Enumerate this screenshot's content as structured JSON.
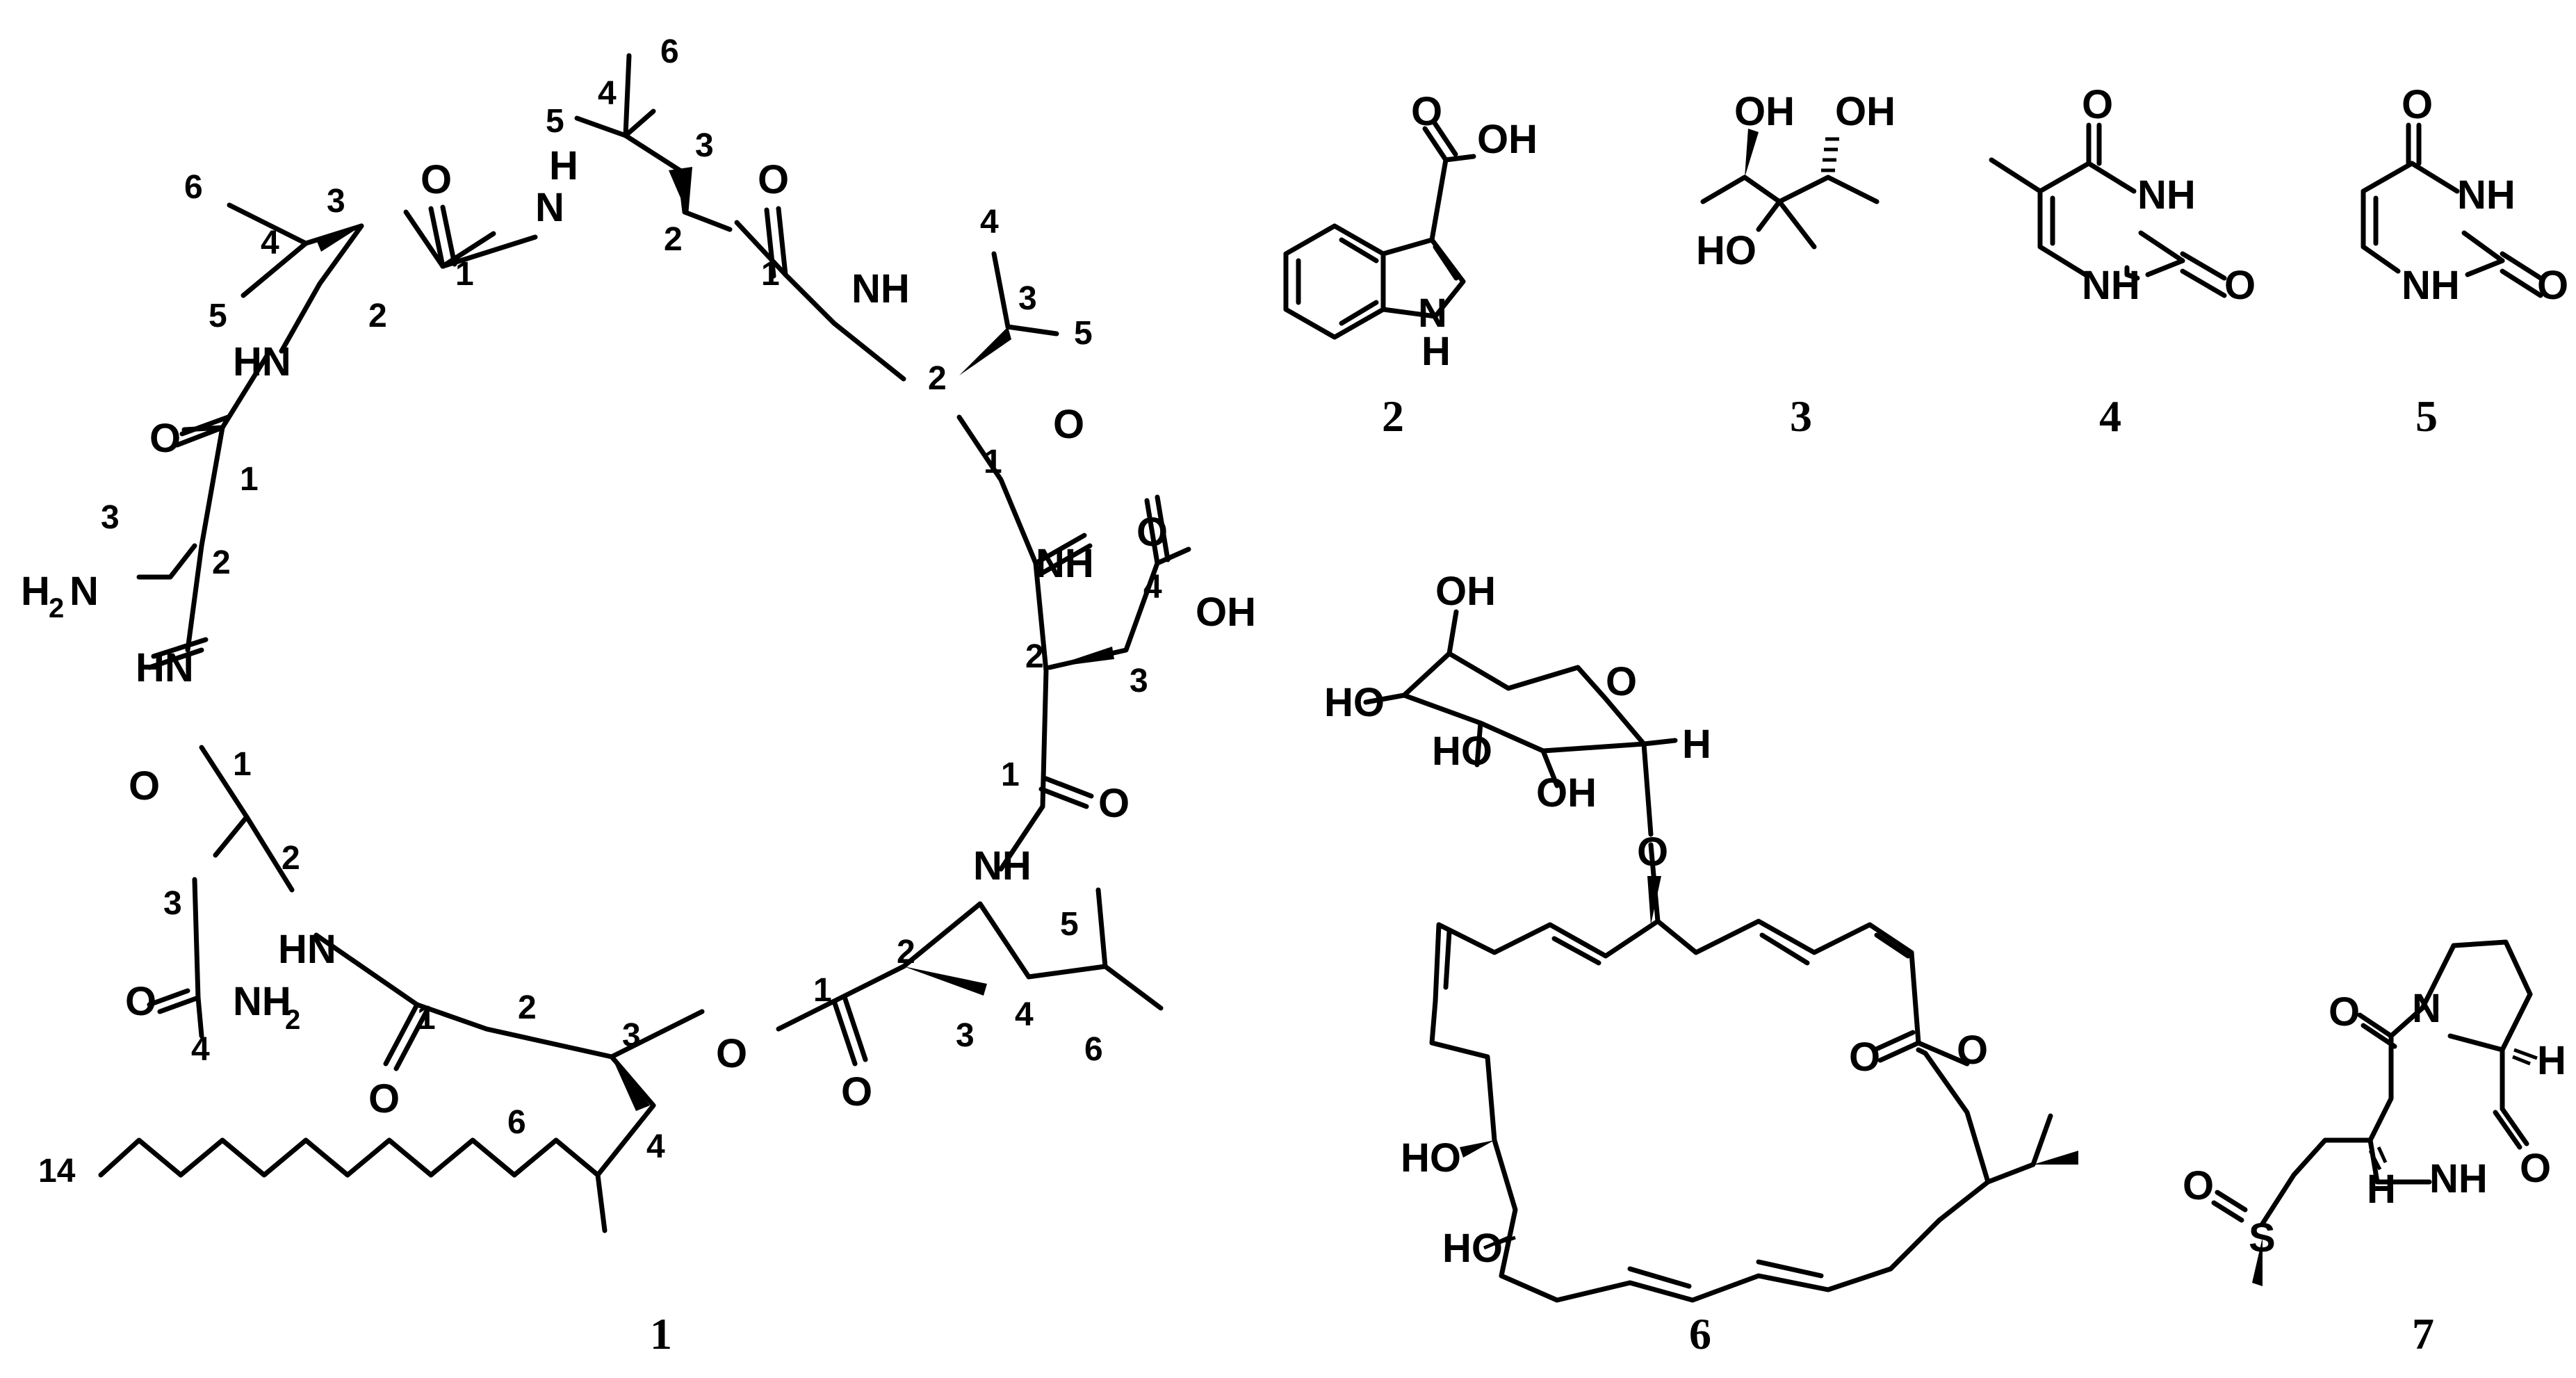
{
  "compounds": [
    {
      "id": "1"
    },
    {
      "id": "2"
    },
    {
      "id": "3"
    },
    {
      "id": "4"
    },
    {
      "id": "5"
    },
    {
      "id": "6"
    },
    {
      "id": "7"
    }
  ],
  "atoms": {
    "N": "N",
    "NH": "NH",
    "HN": "HN",
    "H": "H",
    "O": "O",
    "OH": "OH",
    "HO": "HO",
    "S": "S",
    "NH2_main": "NH",
    "H2N_main": "H",
    "sub2": "2"
  },
  "c1_numbers": {
    "leu1": [
      "6",
      "4",
      "5",
      "3",
      "2",
      "1"
    ],
    "leu2": [
      "6",
      "4",
      "5",
      "3",
      "2",
      "1"
    ],
    "val": [
      "4",
      "3",
      "5",
      "2",
      "1"
    ],
    "dab": [
      "3",
      "2",
      "1"
    ],
    "asp": [
      "4",
      "3",
      "2",
      "1"
    ],
    "asn": [
      "3",
      "2",
      "1",
      "4"
    ],
    "leu3": [
      "5",
      "4",
      "6",
      "3",
      "2",
      "1"
    ],
    "fa": [
      "2",
      "3",
      "4",
      "6",
      "1",
      "14"
    ]
  }
}
